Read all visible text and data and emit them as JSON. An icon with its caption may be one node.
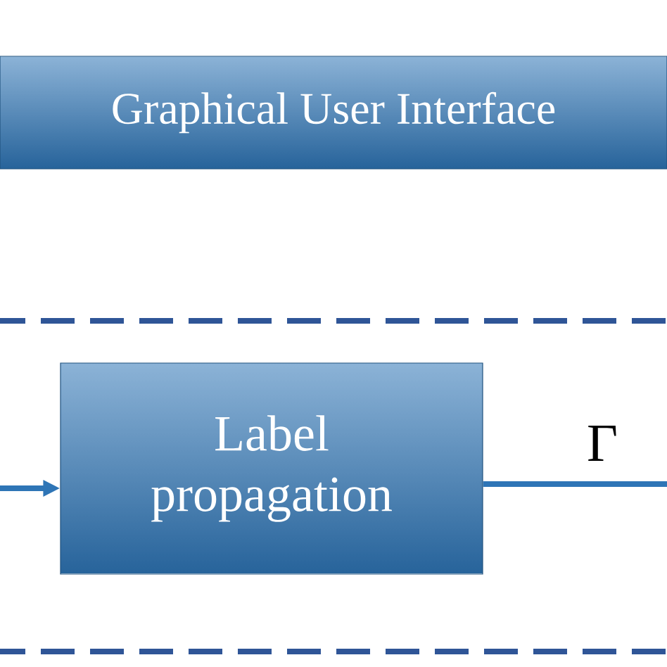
{
  "diagram": {
    "nodes": [
      {
        "text": [
          "Graphical User Interface"
        ]
      },
      {
        "text": [
          "Label propagation"
        ]
      }
    ],
    "edges": [
      {
        "from": null,
        "to": 1,
        "arrow": "to"
      },
      {
        "from": 1,
        "to": null,
        "arrow": "none",
        "label": "Γ"
      }
    ]
  }
}
